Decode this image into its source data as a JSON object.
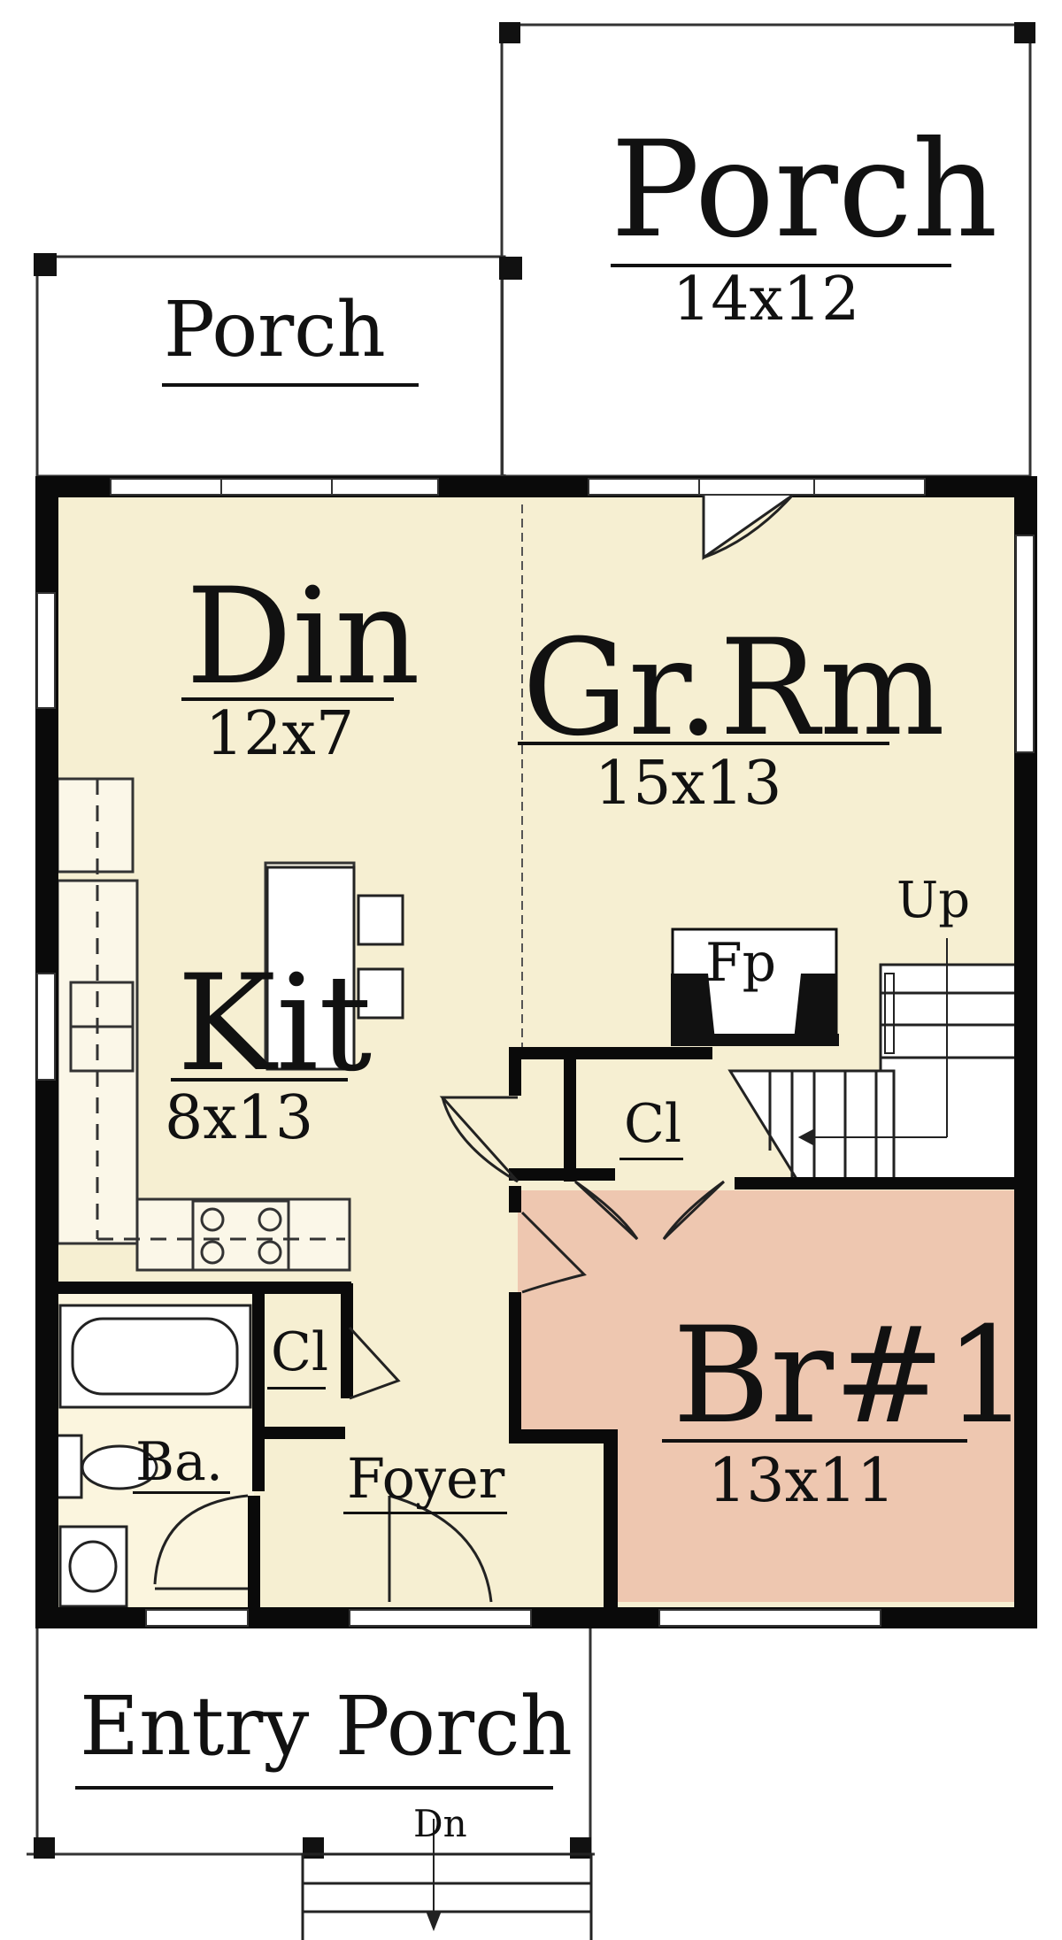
{
  "rooms": {
    "porch_upper": {
      "name": "Porch",
      "size": "14x12"
    },
    "porch_left": {
      "name": "Porch"
    },
    "dining": {
      "name": "Din",
      "size": "12x7"
    },
    "great_room": {
      "name": "Gr.Rm",
      "size": "15x13"
    },
    "kitchen": {
      "name": "Kit",
      "size": "8x13"
    },
    "fireplace": {
      "name": "Fp"
    },
    "stair_up": {
      "name": "Up"
    },
    "closet_hall": {
      "name": "Cl"
    },
    "closet_entry": {
      "name": "Cl"
    },
    "bedroom1": {
      "name": "Br#1",
      "size": "13x11"
    },
    "bath": {
      "name": "Ba."
    },
    "foyer": {
      "name": "Foyer"
    },
    "entry_porch": {
      "name": "Entry Porch"
    },
    "stair_down": {
      "name": "Dn"
    }
  },
  "colors": {
    "living_fill": "#f6efd2",
    "bedroom_fill": "#eec7b0",
    "wall": "#0a0a0a",
    "porch_fill": "#ffffff"
  }
}
